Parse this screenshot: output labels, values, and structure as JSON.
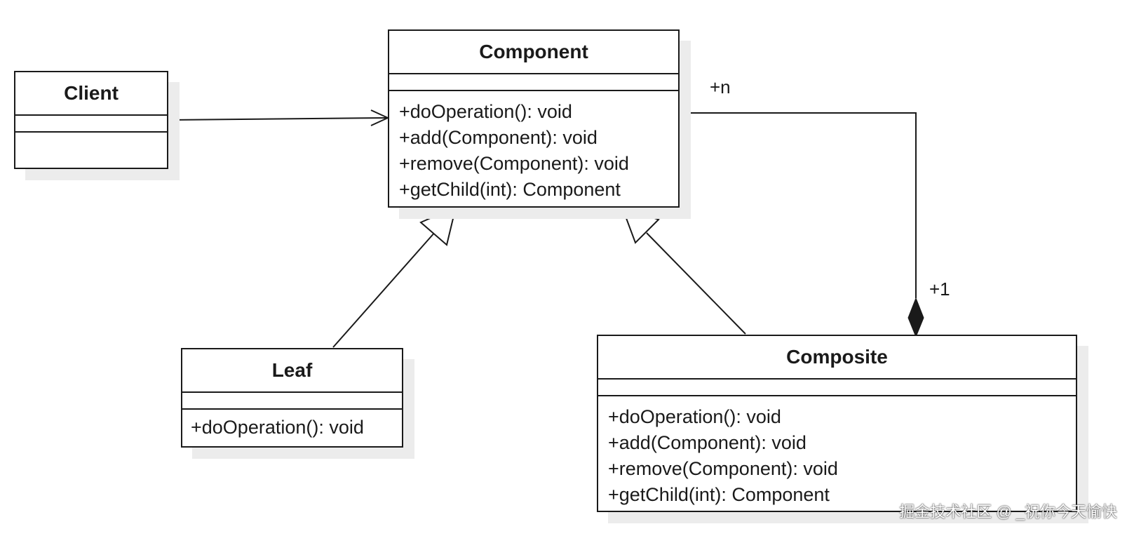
{
  "classes": {
    "client": {
      "name": "Client"
    },
    "component": {
      "name": "Component",
      "ops": [
        "+doOperation(): void",
        "+add(Component): void",
        "+remove(Component): void",
        "+getChild(int): Component"
      ]
    },
    "leaf": {
      "name": "Leaf",
      "ops": [
        "+doOperation(): void"
      ]
    },
    "composite": {
      "name": "Composite",
      "ops": [
        "+doOperation(): void",
        "+add(Component): void",
        "+remove(Component): void",
        "+getChild(int): Component"
      ]
    }
  },
  "multiplicity": {
    "component_end": "+n",
    "composite_end": "+1"
  },
  "watermark": "掘金技术社区 @ _祝你今天愉快"
}
